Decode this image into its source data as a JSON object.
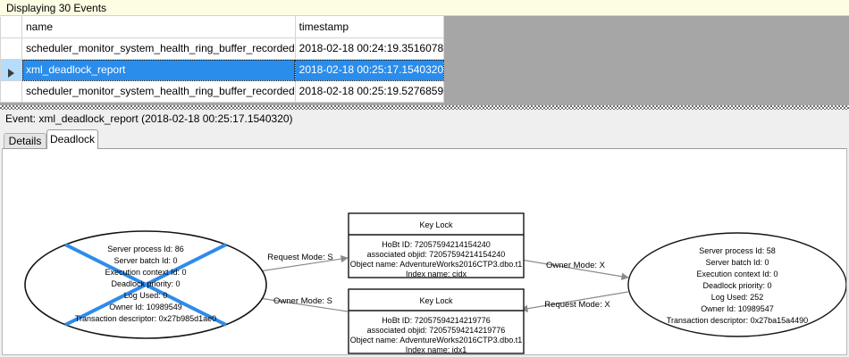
{
  "banner": {
    "text": "Displaying 30 Events"
  },
  "grid": {
    "columns": [
      "",
      "name",
      "timestamp"
    ],
    "rows": [
      {
        "selector": "",
        "name": "scheduler_monitor_system_health_ring_buffer_recorded",
        "timestamp": "2018-02-18 00:24:19.3516078",
        "selected": false
      },
      {
        "selector": "▶",
        "name": "xml_deadlock_report",
        "timestamp": "2018-02-18 00:25:17.1540320",
        "selected": true
      },
      {
        "selector": "",
        "name": "scheduler_monitor_system_health_ring_buffer_recorded",
        "timestamp": "2018-02-18 00:25:19.5276859",
        "selected": false
      }
    ]
  },
  "detail": {
    "event_title": "Event: xml_deadlock_report (2018-02-18 00:25:17.1540320)",
    "tabs": [
      {
        "label": "Details",
        "active": false
      },
      {
        "label": "Deadlock",
        "active": true
      }
    ]
  },
  "deadlock_graph": {
    "victim_marker_color": "#2e8bea",
    "processes": [
      {
        "id": "process-left",
        "is_victim": true,
        "lines": [
          "Server process Id: 86",
          "Server batch Id: 0",
          "Execution context Id: 0",
          "Deadlock priority: 0",
          "Log Used: 0",
          "Owner Id: 10989549",
          "Transaction descriptor: 0x27b985d1ae0"
        ]
      },
      {
        "id": "process-right",
        "is_victim": false,
        "lines": [
          "Server process Id: 58",
          "Server batch Id: 0",
          "Execution context Id: 0",
          "Deadlock priority: 0",
          "Log Used: 252",
          "Owner Id: 10989547",
          "Transaction descriptor: 0x27ba15a4490"
        ]
      }
    ],
    "resources": [
      {
        "id": "keylock-top",
        "title": "Key Lock",
        "lines": [
          "HoBt ID: 72057594214154240",
          "associated objid: 72057594214154240",
          "Object name: AdventureWorks2016CTP3.dbo.t1",
          "Index name: cidx"
        ]
      },
      {
        "id": "keylock-bottom",
        "title": "Key Lock",
        "lines": [
          "HoBt ID: 72057594214219776",
          "associated objid: 72057594214219776",
          "Object name: AdventureWorks2016CTP3.dbo.t1",
          "Index name: idx1"
        ]
      }
    ],
    "edges": [
      {
        "id": "edge-left-request-s",
        "label": "Request Mode: S"
      },
      {
        "id": "edge-right-owner-x",
        "label": "Owner Mode: X"
      },
      {
        "id": "edge-left-owner-s",
        "label": "Owner Mode: S"
      },
      {
        "id": "edge-right-request-x",
        "label": "Request Mode: X"
      }
    ]
  }
}
